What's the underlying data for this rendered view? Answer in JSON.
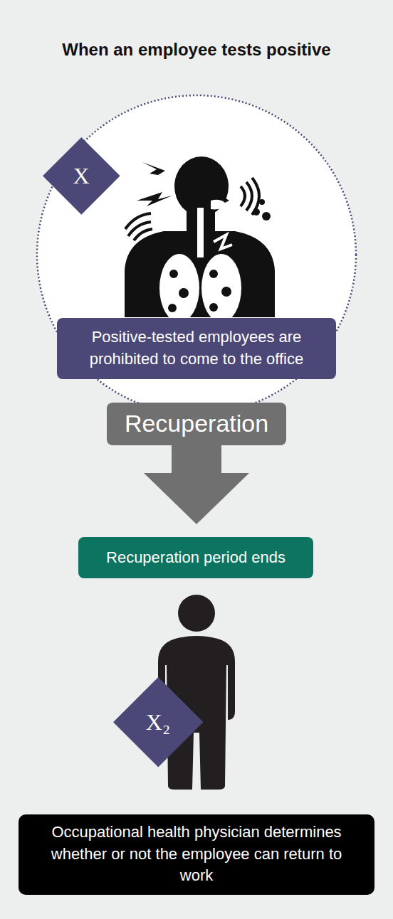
{
  "diagram": {
    "title": "When an employee tests positive",
    "nodes": [
      {
        "text": [
          "X"
        ]
      },
      {
        "text": [
          "Positive-tested employees are prohibited to come to the office"
        ]
      },
      {
        "text": [
          "Recuperation"
        ]
      },
      {
        "text": [
          "Recuperation period ends"
        ]
      },
      {
        "text": [
          "X₂"
        ]
      },
      {
        "text": [
          "Occupational health physician determines whether or not the employee can return to work"
        ]
      }
    ],
    "edges": [
      {
        "from": 2,
        "to": 3,
        "arrow": "to"
      }
    ]
  }
}
